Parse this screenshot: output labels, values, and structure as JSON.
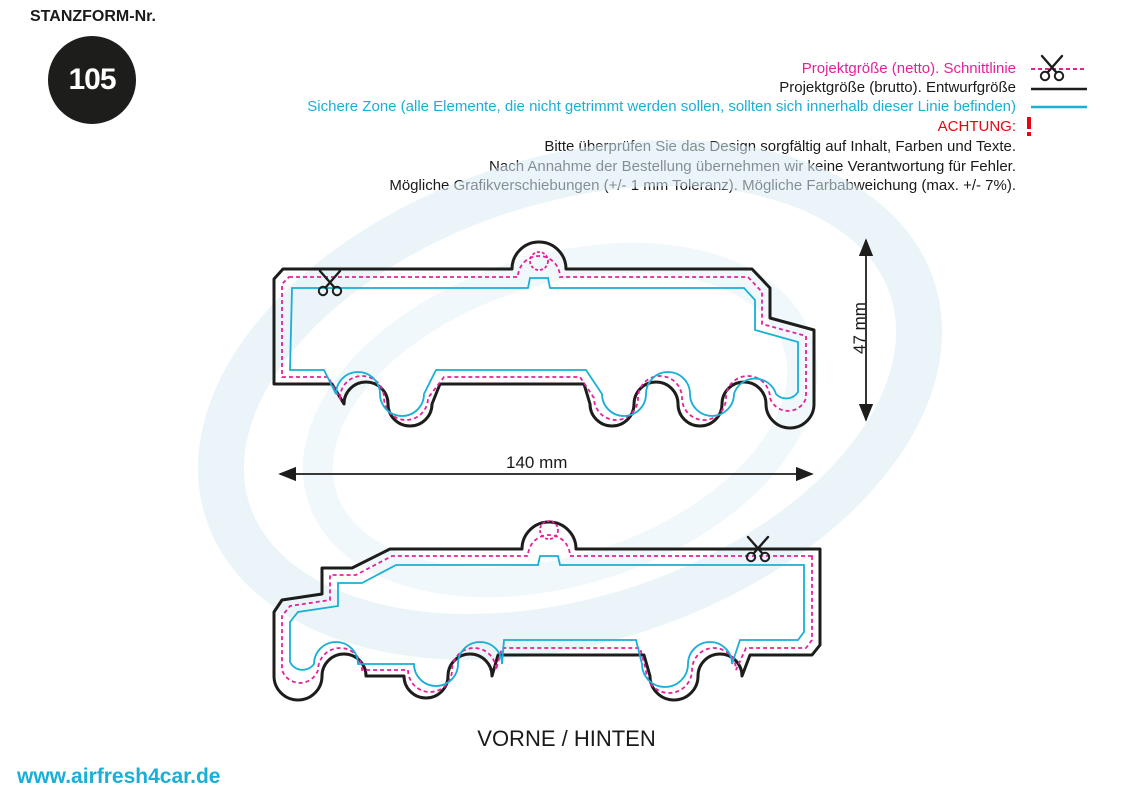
{
  "header": {
    "label": "STANZFORM-Nr.",
    "number": "105"
  },
  "legend": {
    "cut_line": "Projektgröße (netto). Schnittlinie",
    "gross_size": "Projektgröße (brutto). Entwurfgröße",
    "safe_zone": "Sichere Zone (alle Elemente, die nicht getrimmt werden sollen, sollten sich innerhalb dieser Linie befinden)",
    "warning_title": "ACHTUNG:",
    "notes": [
      "Bitte überprüfen Sie das Design sorgfältig auf Inhalt, Farben und Texte.",
      "Nach Annahme der Bestellung übernehmen wir keine Verantwortung für Fehler.",
      "Mögliche Grafikverschiebungen (+/- 1 mm Toleranz). Mögliche Farbabweichung (max. +/- 7%)."
    ]
  },
  "dimensions": {
    "width": "140 mm",
    "height": "47 mm"
  },
  "footer": {
    "caption": "VORNE / HINTEN",
    "url": "www.airfresh4car.de"
  },
  "colors": {
    "cut": "#e5219a",
    "outline": "#1d1d1b",
    "safe": "#1aafd6",
    "warning": "#e30613",
    "watermark": "#dbeef5"
  },
  "icons": {
    "cut_marker": "scissors-icon",
    "warning_marker": "exclamation-icon"
  }
}
